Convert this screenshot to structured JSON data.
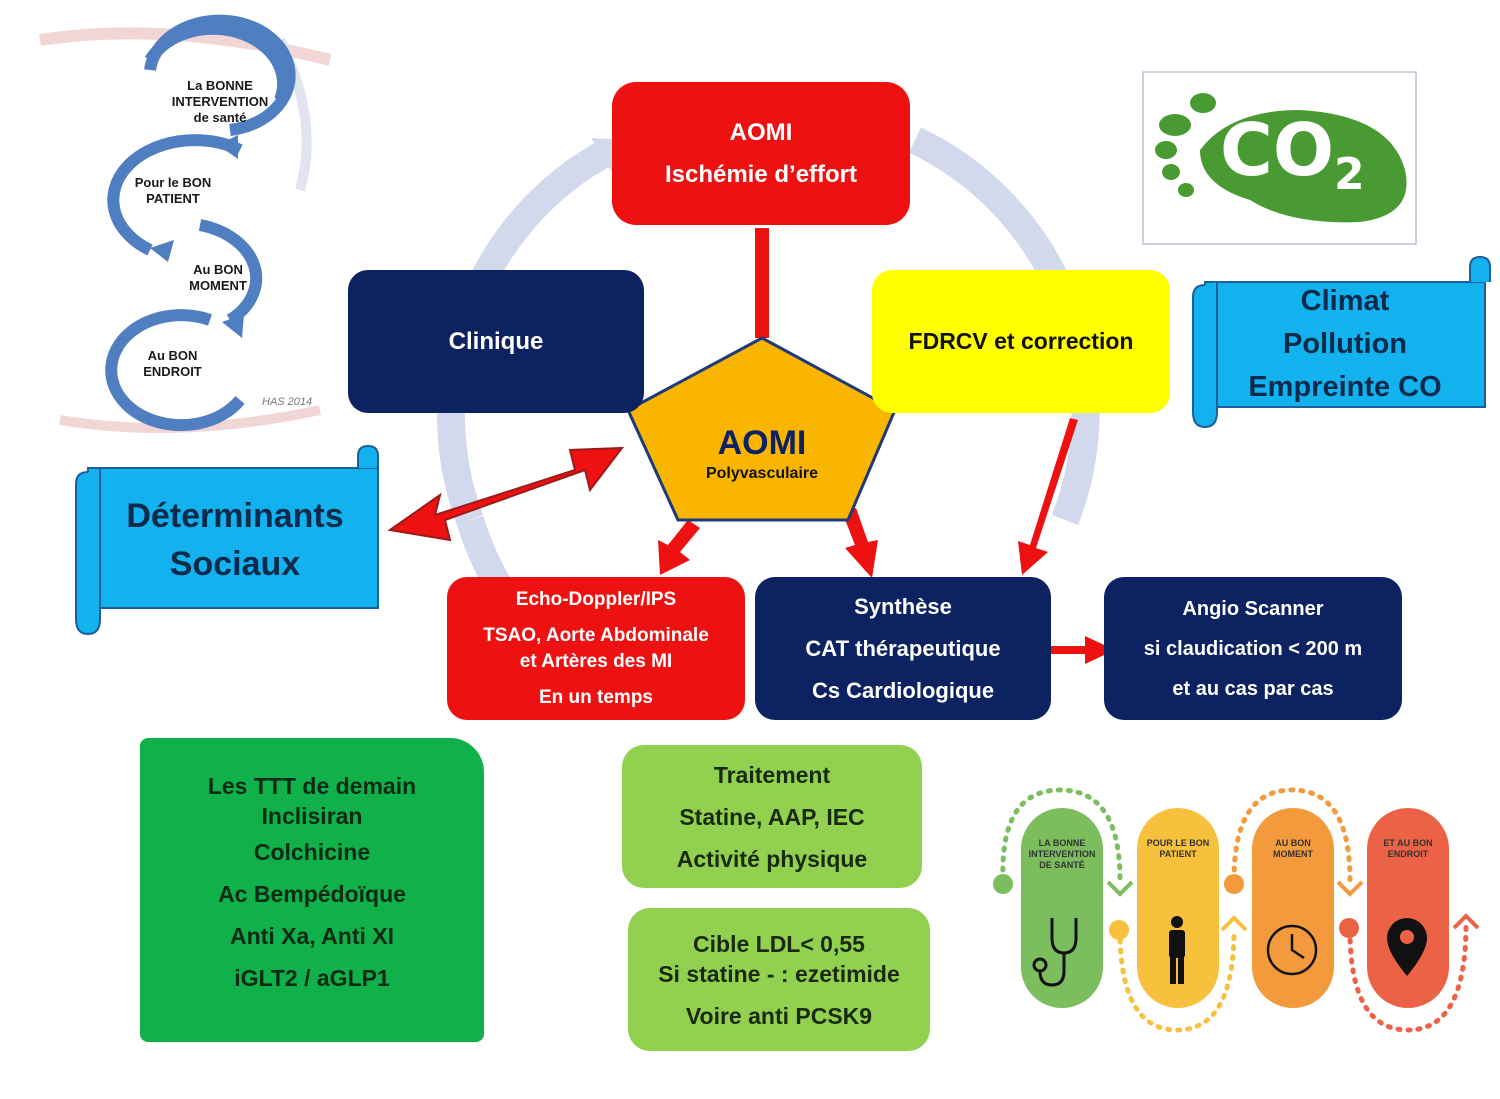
{
  "has_cycle": {
    "step1": [
      "La BONNE",
      "INTERVENTION",
      "de santé"
    ],
    "step2": [
      "Pour le BON",
      "PATIENT"
    ],
    "step3": [
      "Au BON",
      "MOMENT"
    ],
    "step4": [
      "Au BON",
      "ENDROIT"
    ],
    "source": "HAS 2014"
  },
  "co2_image": {
    "text": "CO",
    "subscript": "2"
  },
  "center": {
    "title": "AOMI",
    "subtitle": "Polyvasculaire"
  },
  "top_box": {
    "line1": "AOMI",
    "line2": "Ischémie d’effort"
  },
  "clinique": "Clinique",
  "fdrcv": "FDRCV et correction",
  "climat": [
    "Climat",
    "Pollution",
    "Empreinte CO"
  ],
  "determinants": [
    "Déterminants",
    "Sociaux"
  ],
  "echo_box": [
    "Echo-Doppler/IPS",
    "TSAO, Aorte Abdominale",
    "et Artères des MI",
    "En un temps"
  ],
  "synthese_box": [
    "Synthèse",
    "CAT thérapeutique",
    "Cs Cardiologique"
  ],
  "angio_box": [
    "Angio Scanner",
    "si claudication < 200 m",
    "et au cas par cas"
  ],
  "ttt_box": [
    "Les TTT de demain",
    "Inclisiran",
    "Colchicine",
    "Ac Bempédoïque",
    "Anti Xa, Anti XI",
    "iGLT2 / aGLP1"
  ],
  "traitement_box": [
    "Traitement",
    "Statine, AAP, IEC",
    "Activité physique"
  ],
  "ldl_box": [
    "Cible LDL< 0,55",
    "Si statine - : ezetimide",
    "Voire anti PCSK9"
  ],
  "pills": [
    {
      "label": [
        "LA BONNE",
        "INTERVENTION",
        "DE SANTÉ"
      ],
      "icon": "stethoscope-icon",
      "color": "#7cbd5e"
    },
    {
      "label": [
        "POUR LE BON",
        "PATIENT"
      ],
      "icon": "person-icon",
      "color": "#f8c13d"
    },
    {
      "label": [
        "AU BON",
        "MOMENT"
      ],
      "icon": "clock-icon",
      "color": "#f39a3c"
    },
    {
      "label": [
        "ET AU BON",
        "ENDROIT"
      ],
      "icon": "location-pin-icon",
      "color": "#ec6247"
    }
  ],
  "colors": {
    "navy": "#0d2261",
    "red": "#ee1111",
    "yellow": "#ffff00",
    "cyan": "#12b2ee",
    "orange": "#f9b500",
    "green_dark": "#10b04a",
    "green_light": "#92d050",
    "ring": "#d3d9ec"
  }
}
